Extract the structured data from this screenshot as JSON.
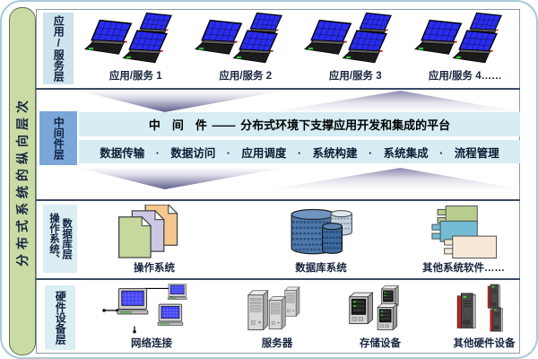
{
  "sidebar": {
    "title": "分布式系统的纵向层次"
  },
  "layers": {
    "app": {
      "label": "应用/服务层",
      "groups": [
        "应用/服务 1",
        "应用/服务 2",
        "应用/服务 3",
        "应用/服务 4……"
      ]
    },
    "middleware": {
      "label": "中间件层",
      "title": "中　间　件 —— 分布式环境下支撑应用开发和集成的平台",
      "functions": "数据传输 · 数据访问 · 应用调度 · 系统构建 · 系统集成 · 流程管理"
    },
    "os_db": {
      "label_left": "操作系统、",
      "label_right": "数据库层",
      "groups": [
        "操作系统",
        "数据库系统",
        "其他系统软件……"
      ]
    },
    "hardware": {
      "label": "硬件设备层",
      "groups": [
        "网络连接",
        "服务器",
        "存储设备",
        "其他硬件设备"
      ]
    }
  },
  "icons": {
    "app_group": "laptops-cluster-icon",
    "os": "documents-stack-icon",
    "db": "database-cylinders-icon",
    "software": "software-components-icon",
    "network": "network-computers-icon",
    "server": "server-towers-icon",
    "storage": "storage-devices-icon",
    "other_hw": "hardware-towers-icon"
  },
  "colors": {
    "outer_border": "#a9cadb",
    "sidebar_green": "#cadba6",
    "label_light_blue": "#cfe3ee",
    "label_mid_blue": "#7aa6d9",
    "label_cyan": "#daeef4",
    "middleware_strip": "#d6edf3",
    "arrow_purple": "#7b7ba3",
    "separator": "#3a4a63",
    "laptop_screen_blue": "#2a2cf0",
    "db_cylinder_blue": "#4d79ad",
    "page_green": "#c6d89e",
    "page_lavender": "#cdc8e4",
    "page_orange": "#f4c78f",
    "hw_red_stripe": "#c22222"
  }
}
